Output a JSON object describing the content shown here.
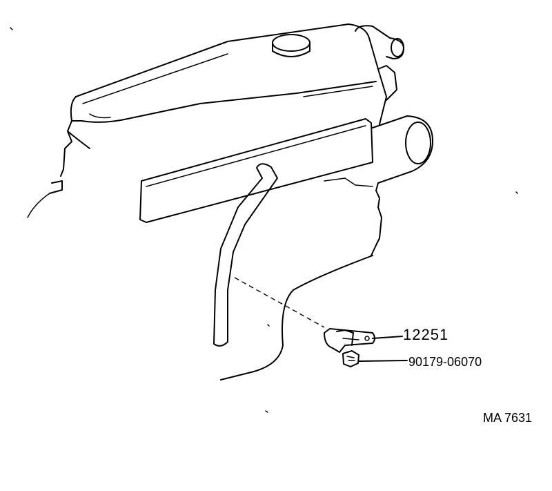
{
  "diagram": {
    "parts": [
      {
        "number": "12251"
      },
      {
        "number": "90179-06070"
      }
    ],
    "reference_code": "MA 7631"
  },
  "colors": {
    "line": "#000000",
    "background": "#ffffff"
  }
}
